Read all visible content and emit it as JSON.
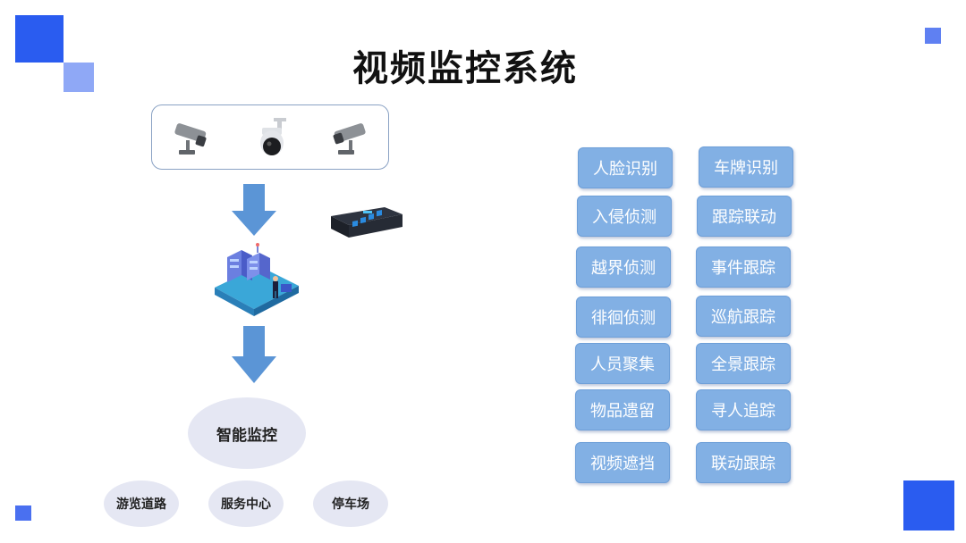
{
  "title": "视频监控系统",
  "nodes": {
    "cameras": [
      "bullet-camera-icon",
      "dome-camera-icon",
      "bullet-camera-icon"
    ],
    "center": "智能监控",
    "branches": [
      "游览道路",
      "服务中心",
      "停车场"
    ]
  },
  "functions": {
    "left": [
      "人脸识别",
      "入侵侦测",
      "越界侦测",
      "徘徊侦测",
      "人员聚集",
      "物品遗留",
      "视频遮挡"
    ],
    "right": [
      "车牌识别",
      "跟踪联动",
      "事件跟踪",
      "巡航跟踪",
      "全景跟踪",
      "寻人追踪",
      "联动跟踪"
    ]
  },
  "colors": {
    "accent": "#2a5cf0",
    "button": "#82b0e4",
    "arrow": "#5b95d6",
    "ellipse": "#e5e7f3"
  }
}
